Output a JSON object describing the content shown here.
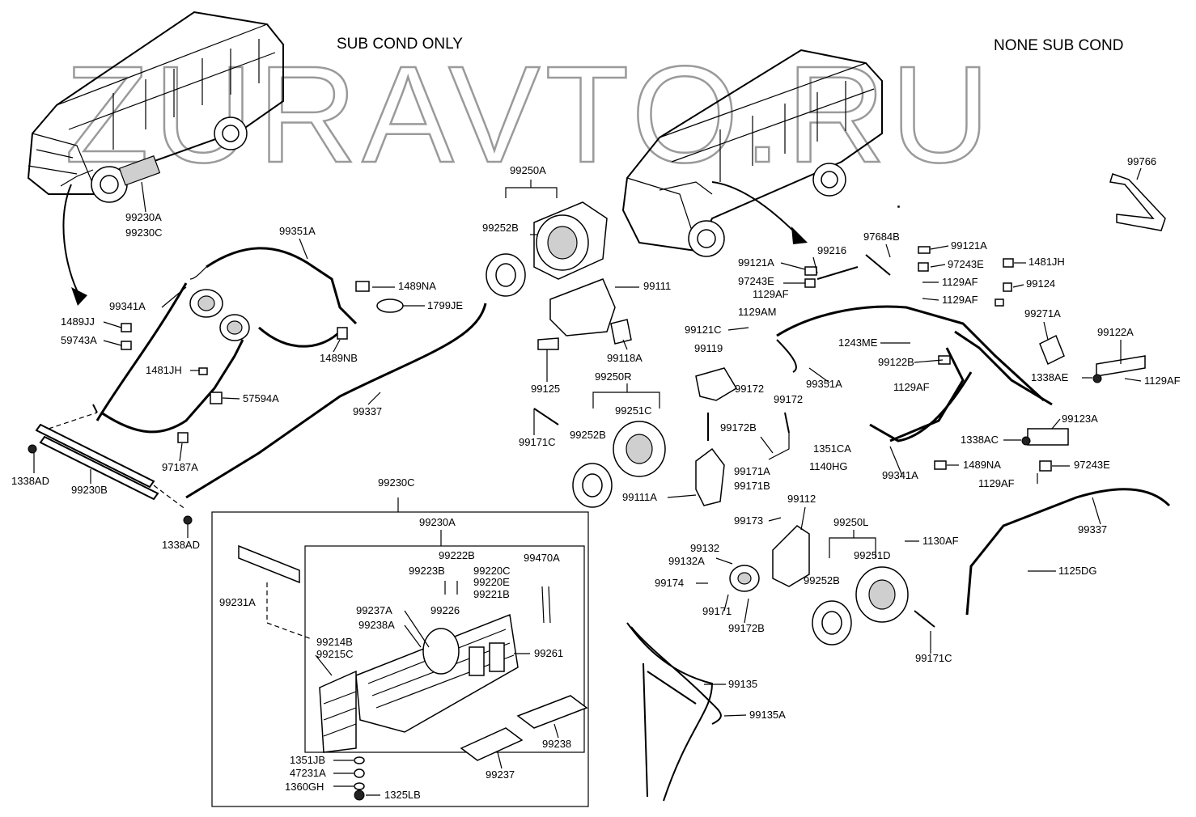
{
  "watermark": "ZURAVTO.RU",
  "headers": {
    "left": "SUB COND  ONLY",
    "right": "NONE SUB COND"
  },
  "labels": [
    {
      "id": "lbl-99230a-top",
      "text": "99230A"
    },
    {
      "id": "lbl-99230c-top",
      "text": "99230C"
    },
    {
      "id": "lbl-99351a-l",
      "text": "99351A"
    },
    {
      "id": "lbl-99341a-l",
      "text": "99341A"
    },
    {
      "id": "lbl-1489jj",
      "text": "1489JJ"
    },
    {
      "id": "lbl-59743a",
      "text": "59743A"
    },
    {
      "id": "lbl-1489na-l",
      "text": "1489NA"
    },
    {
      "id": "lbl-1799je",
      "text": "1799JE"
    },
    {
      "id": "lbl-1489nb",
      "text": "1489NB"
    },
    {
      "id": "lbl-1481jh-l",
      "text": "1481JH"
    },
    {
      "id": "lbl-57594a",
      "text": "57594A"
    },
    {
      "id": "lbl-99337-l",
      "text": "99337"
    },
    {
      "id": "lbl-97187a",
      "text": "97187A"
    },
    {
      "id": "lbl-1338ad-a",
      "text": "1338AD"
    },
    {
      "id": "lbl-99230b",
      "text": "99230B"
    },
    {
      "id": "lbl-1338ad-b",
      "text": "1338AD"
    },
    {
      "id": "lbl-99250a",
      "text": "99250A"
    },
    {
      "id": "lbl-99252b-a",
      "text": "99252B"
    },
    {
      "id": "lbl-99111",
      "text": "99111"
    },
    {
      "id": "lbl-99118a",
      "text": "99118A"
    },
    {
      "id": "lbl-99125",
      "text": "99125"
    },
    {
      "id": "lbl-99250r",
      "text": "99250R"
    },
    {
      "id": "lbl-99251c",
      "text": "99251C"
    },
    {
      "id": "lbl-99252b-b",
      "text": "99252B"
    },
    {
      "id": "lbl-99171c-a",
      "text": "99171C"
    },
    {
      "id": "lbl-99230c-box",
      "text": "99230C"
    },
    {
      "id": "lbl-99230a-box",
      "text": "99230A"
    },
    {
      "id": "lbl-99222b",
      "text": "99222B"
    },
    {
      "id": "lbl-99470a",
      "text": "99470A"
    },
    {
      "id": "lbl-99223b",
      "text": "99223B"
    },
    {
      "id": "lbl-99220c",
      "text": "99220C"
    },
    {
      "id": "lbl-99220e",
      "text": "99220E"
    },
    {
      "id": "lbl-99221b",
      "text": "99221B"
    },
    {
      "id": "lbl-99231a",
      "text": "99231A"
    },
    {
      "id": "lbl-99237a",
      "text": "99237A"
    },
    {
      "id": "lbl-99226",
      "text": "99226"
    },
    {
      "id": "lbl-99238a",
      "text": "99238A"
    },
    {
      "id": "lbl-99261",
      "text": "99261"
    },
    {
      "id": "lbl-99214b",
      "text": "99214B"
    },
    {
      "id": "lbl-99215c",
      "text": "99215C"
    },
    {
      "id": "lbl-1351jb",
      "text": "1351JB"
    },
    {
      "id": "lbl-47231a",
      "text": "47231A"
    },
    {
      "id": "lbl-1360gh",
      "text": "1360GH"
    },
    {
      "id": "lbl-1325lb",
      "text": "1325LB"
    },
    {
      "id": "lbl-99237",
      "text": "99237"
    },
    {
      "id": "lbl-99238",
      "text": "99238"
    },
    {
      "id": "lbl-99135",
      "text": "99135"
    },
    {
      "id": "lbl-99135a",
      "text": "99135A"
    },
    {
      "id": "lbl-99766",
      "text": "99766"
    },
    {
      "id": "lbl-99216",
      "text": "99216"
    },
    {
      "id": "lbl-97684b",
      "text": "97684B"
    },
    {
      "id": "lbl-99121a-a",
      "text": "99121A"
    },
    {
      "id": "lbl-99121a-b",
      "text": "99121A"
    },
    {
      "id": "lbl-97243e-a",
      "text": "97243E"
    },
    {
      "id": "lbl-1481jh-r",
      "text": "1481JH"
    },
    {
      "id": "lbl-97243e-b",
      "text": "97243E"
    },
    {
      "id": "lbl-1129af-a",
      "text": "1129AF"
    },
    {
      "id": "lbl-1129af-b",
      "text": "1129AF"
    },
    {
      "id": "lbl-99124",
      "text": "99124"
    },
    {
      "id": "lbl-1129af-c",
      "text": "1129AF"
    },
    {
      "id": "lbl-1129am",
      "text": "1129AM"
    },
    {
      "id": "lbl-99271a",
      "text": "99271A"
    },
    {
      "id": "lbl-99121c",
      "text": "99121C"
    },
    {
      "id": "lbl-1243me",
      "text": "1243ME"
    },
    {
      "id": "lbl-99122a",
      "text": "99122A"
    },
    {
      "id": "lbl-99119",
      "text": "99119"
    },
    {
      "id": "lbl-99122b",
      "text": "99122B"
    },
    {
      "id": "lbl-99351a-r",
      "text": "99351A"
    },
    {
      "id": "lbl-1338ae",
      "text": "1338AE"
    },
    {
      "id": "lbl-1129af-d",
      "text": "1129AF"
    },
    {
      "id": "lbl-1129af-e",
      "text": "1129AF"
    },
    {
      "id": "lbl-99172-a",
      "text": "99172"
    },
    {
      "id": "lbl-99172-b",
      "text": "99172"
    },
    {
      "id": "lbl-99172b-a",
      "text": "99172B"
    },
    {
      "id": "lbl-99123a",
      "text": "99123A"
    },
    {
      "id": "lbl-1351ca",
      "text": "1351CA"
    },
    {
      "id": "lbl-1338ac",
      "text": "1338AC"
    },
    {
      "id": "lbl-1140hg",
      "text": "1140HG"
    },
    {
      "id": "lbl-99341a-r",
      "text": "99341A"
    },
    {
      "id": "lbl-1489na-r",
      "text": "1489NA"
    },
    {
      "id": "lbl-97243e-c",
      "text": "97243E"
    },
    {
      "id": "lbl-99171a",
      "text": "99171A"
    },
    {
      "id": "lbl-99171b",
      "text": "99171B"
    },
    {
      "id": "lbl-1129af-f",
      "text": "1129AF"
    },
    {
      "id": "lbl-99111a",
      "text": "99111A"
    },
    {
      "id": "lbl-99112",
      "text": "99112"
    },
    {
      "id": "lbl-99173",
      "text": "99173"
    },
    {
      "id": "lbl-99250l",
      "text": "99250L"
    },
    {
      "id": "lbl-99337-r",
      "text": "99337"
    },
    {
      "id": "lbl-1130af",
      "text": "1130AF"
    },
    {
      "id": "lbl-99132",
      "text": "99132"
    },
    {
      "id": "lbl-99251d",
      "text": "99251D"
    },
    {
      "id": "lbl-99132a",
      "text": "99132A"
    },
    {
      "id": "lbl-1125dg",
      "text": "1125DG"
    },
    {
      "id": "lbl-99174",
      "text": "99174"
    },
    {
      "id": "lbl-99252b-c",
      "text": "99252B"
    },
    {
      "id": "lbl-99171",
      "text": "99171"
    },
    {
      "id": "lbl-99172b-b",
      "text": "99172B"
    },
    {
      "id": "lbl-99171c-b",
      "text": "99171C"
    }
  ]
}
